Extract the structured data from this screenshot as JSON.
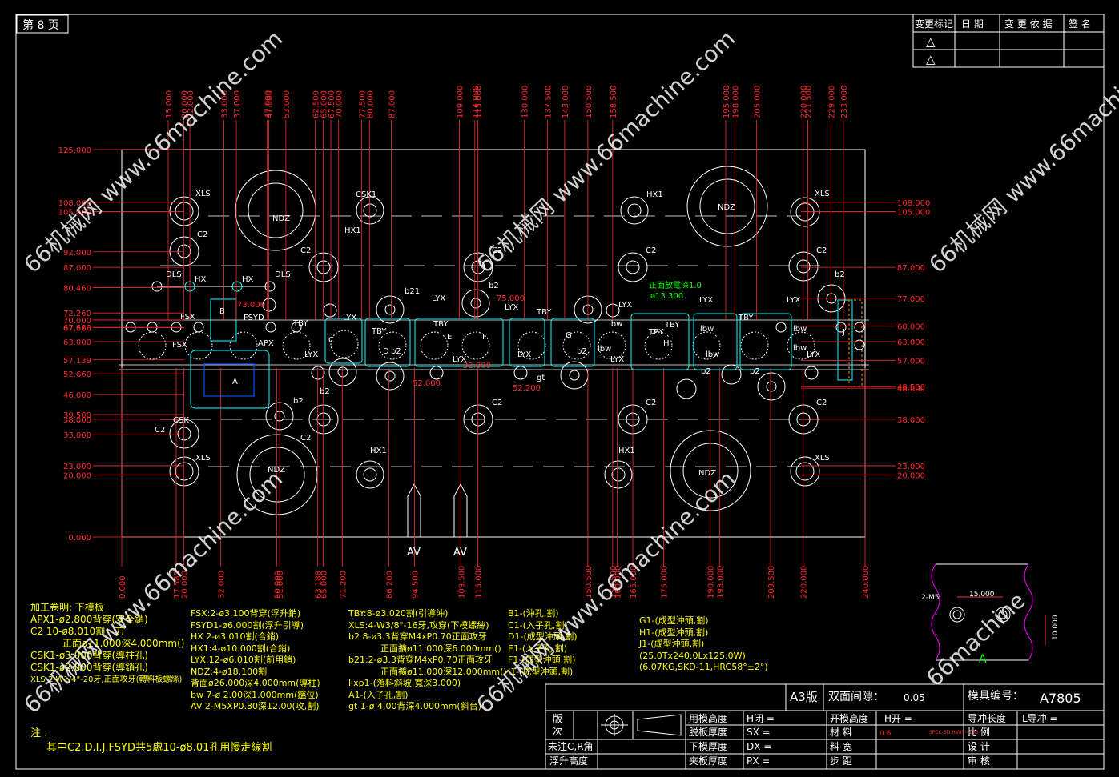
{
  "page_label": "第 8 页",
  "revision_table": {
    "headers": [
      "变更标记",
      "日  期",
      "变 更 依 据",
      "签  名"
    ],
    "rows": [
      "△",
      "△"
    ]
  },
  "top_dims": [
    "15.000",
    "20.000",
    "22.000",
    "33.000",
    "37.000",
    "47.000",
    "47.500",
    "53.000",
    "62.500",
    "65.000",
    "67.500",
    "70.000",
    "77.500",
    "80.000",
    "87.000",
    "109.000",
    "114.000",
    "115.000",
    "130.000",
    "137.500",
    "143.000",
    "150.500",
    "158.500",
    "195.000",
    "198.000",
    "205.000",
    "220.000",
    "221.500",
    "229.000",
    "233.000"
  ],
  "bottom_dims": [
    "0.000",
    "17.583",
    "20.000",
    "32.000",
    "50.000",
    "51.000",
    "63.188",
    "65.000",
    "71.200",
    "86.200",
    "94.500",
    "109.500",
    "115.000",
    "150.500",
    "158.500",
    "160.000",
    "165.000",
    "175.000",
    "190.000",
    "193.000",
    "209.500",
    "220.000",
    "240.000"
  ],
  "left_dims": [
    "125.000",
    "105.000",
    "108.000",
    "92.000",
    "87.000",
    "80.460",
    "72.260",
    "70.000",
    "67.620",
    "67.566",
    "63.000",
    "57.139",
    "52.660",
    "46.000",
    "39.500",
    "38.000",
    "33.000",
    "23.000",
    "20.000",
    "0.000"
  ],
  "right_dims": [
    "108.000",
    "105.000",
    "87.000",
    "77.000",
    "68.000",
    "63.000",
    "57.000",
    "48.500",
    "48.000",
    "38.000",
    "23.000",
    "20.000"
  ],
  "labels": [
    "XLS",
    "NDZ",
    "CSK1",
    "HX1",
    "C2",
    "DLS",
    "HX",
    "B",
    "FSX",
    "FSYD",
    "APX",
    "TBY",
    "LYX",
    "A",
    "CSK",
    "b2",
    "b21",
    "gt",
    "lbw",
    "正面放電深1.0",
    "ø13.300",
    "NDZ",
    "H",
    "I",
    "J",
    "D",
    "E",
    "F",
    "G",
    "C",
    "75.000",
    "73.000",
    "52.000",
    "52.200",
    "32.000",
    "AV",
    "AV"
  ],
  "process_notes": {
    "title": "加工卷明:",
    "title_suffix": "下模板",
    "col1": [
      "APX1-ø2.800背穿(安全銷)",
      "C2 10-ø8.010割一刀",
      "正面ø11.000深4.000mm()",
      "CSK1-ø3.000背穿(導柱孔)",
      "CSK1-ø2.000背穿(導銷孔)",
      "XLS 2-W1/4\"-20牙,正面攻牙(轉料板螺絲)"
    ],
    "col2": [
      "FSX:2-ø3.100背穿(浮升銷)",
      "FSYD1-ø6.000割(浮升引導)",
      "HX 2-ø3.010割(合銷)",
      "HX1:4-ø10.000割(合銷)",
      "LYX:12-ø6.010割(前用銷)",
      "NDZ:4-ø18.100割",
      "背面ø26.000深4.000mm(導柱)",
      "bw 7-ø 2.00深1.000mm(鑑位)",
      "AV 2-M5XP0.80深12.00(攻,割)"
    ],
    "col3": [
      "TBY:8-ø3.020割(引導沖)",
      "XLS:4-W3/8\"-16牙,攻穿(下模螺絲)",
      "b2 8-ø3.3背穿M4xP0.70正面攻牙",
      "正面擴ø11.000深6.000mm()",
      "b21:2-ø3.3背穿M4xP0.70正面攻牙",
      "正面擴ø11.000深12.000mm()",
      "llxp1-(落料斜坡,寬深3.000)",
      "A1-(入子孔,割)",
      "gt 1-ø 4.00背深4.000mm(斜台)"
    ],
    "col4": [
      "B1-(沖孔,割)",
      "C1-(入子孔,割)",
      "D1-(成型沖頭,割)",
      "E1-(入子孔,割)",
      "F1-(成型沖頭,割)",
      "I1-(成型沖頭,割)"
    ],
    "col5": [
      "G1-(成型沖頭,割)",
      "H1-(成型沖頭,割)",
      "J1-(成型沖頭,割)",
      "(25.0Tx240.0Lx125.0W)",
      "(6.07KG,SKD-11,HRC58°±2°)"
    ],
    "note_label": "注 :",
    "note_text": "其中C2.D.I.J.FSYD共5處10-ø8.01孔用慢走線割"
  },
  "detail": {
    "dim_top": "15.000",
    "dim_side": "10.000",
    "hole_label": "2-M5",
    "section_label": "A"
  },
  "title_block": {
    "paper": "A3版",
    "gap_label": "双面间隙：",
    "gap_value": "0.05",
    "mold_no_label": "模具编号：",
    "mold_no": "A7805",
    "left_cells": [
      "版",
      "次",
      "未注C,R角",
      "浮升高度"
    ],
    "mid_rows": [
      [
        "用模高度",
        "H闭 ="
      ],
      [
        "脱板厚度",
        "SX ="
      ],
      [
        "下模厚度",
        "DX ="
      ],
      [
        "夹板厚度",
        "PX ="
      ]
    ],
    "right_rows": [
      [
        "开模高度",
        "H开 ="
      ],
      [
        "材   料",
        "0.6"
      ],
      [
        "料   宽",
        ""
      ],
      [
        "步   距",
        ""
      ]
    ],
    "far_rows": [
      [
        "导冲长度",
        "L导冲 ="
      ],
      [
        "比   例",
        ""
      ],
      [
        "设   计",
        ""
      ],
      [
        "审   核",
        ""
      ]
    ],
    "material_note": "SPCC-SD HV85~100"
  },
  "watermarks": [
    "66机械网 www.66machine.com",
    "66机械网 www.66machine.com",
    "66机械网 www.66machine.com",
    "66机械网 www.66machine.com",
    "66机械网 www.66machine.com",
    "66machine"
  ],
  "colors": {
    "background": "#000000",
    "dims": "#ff2a2a",
    "outline": "#ffffff",
    "holes": "#ffffff",
    "notes": "#ffff00",
    "green": "#00ff00",
    "cyan": "#00ffff"
  }
}
